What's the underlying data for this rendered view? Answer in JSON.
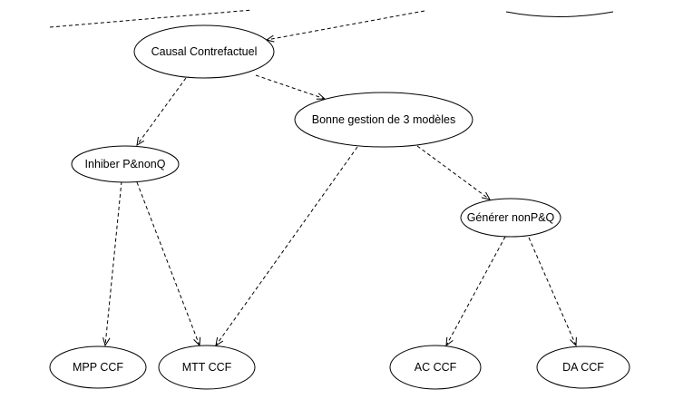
{
  "diagram": {
    "nodes": [
      {
        "id": "causal",
        "label": "Causal Contrefactuel"
      },
      {
        "id": "bonne",
        "label": "Bonne gestion de 3 modèles"
      },
      {
        "id": "inhiber",
        "label": "Inhiber P&nonQ"
      },
      {
        "id": "generer",
        "label": "Générer nonP&Q"
      },
      {
        "id": "mpp",
        "label": "MPP CCF"
      },
      {
        "id": "mtt",
        "label": "MTT CCF"
      },
      {
        "id": "ac",
        "label": "AC CCF"
      },
      {
        "id": "da",
        "label": "DA CCF"
      }
    ],
    "edges": [
      {
        "from": "causal",
        "to": "inhiber",
        "style": "dashed",
        "arrow": "open"
      },
      {
        "from": "causal",
        "to": "bonne",
        "style": "dashed",
        "arrow": "open"
      },
      {
        "from": "bonne",
        "to": "mtt",
        "style": "dashed",
        "arrow": "open"
      },
      {
        "from": "bonne",
        "to": "generer",
        "style": "dashed",
        "arrow": "open"
      },
      {
        "from": "inhiber",
        "to": "mpp",
        "style": "dashed",
        "arrow": "open"
      },
      {
        "from": "inhiber",
        "to": "mtt",
        "style": "dashed",
        "arrow": "open"
      },
      {
        "from": "generer",
        "to": "ac",
        "style": "dashed",
        "arrow": "open"
      },
      {
        "from": "generer",
        "to": "da",
        "style": "dashed",
        "arrow": "open"
      }
    ],
    "cropped_edges": [
      {
        "to": "causal",
        "from": "off-canvas-top-right",
        "style": "dashed",
        "arrow": "open"
      }
    ],
    "colors": {
      "background": "#ffffff",
      "stroke": "#000000",
      "text": "#000000"
    }
  }
}
